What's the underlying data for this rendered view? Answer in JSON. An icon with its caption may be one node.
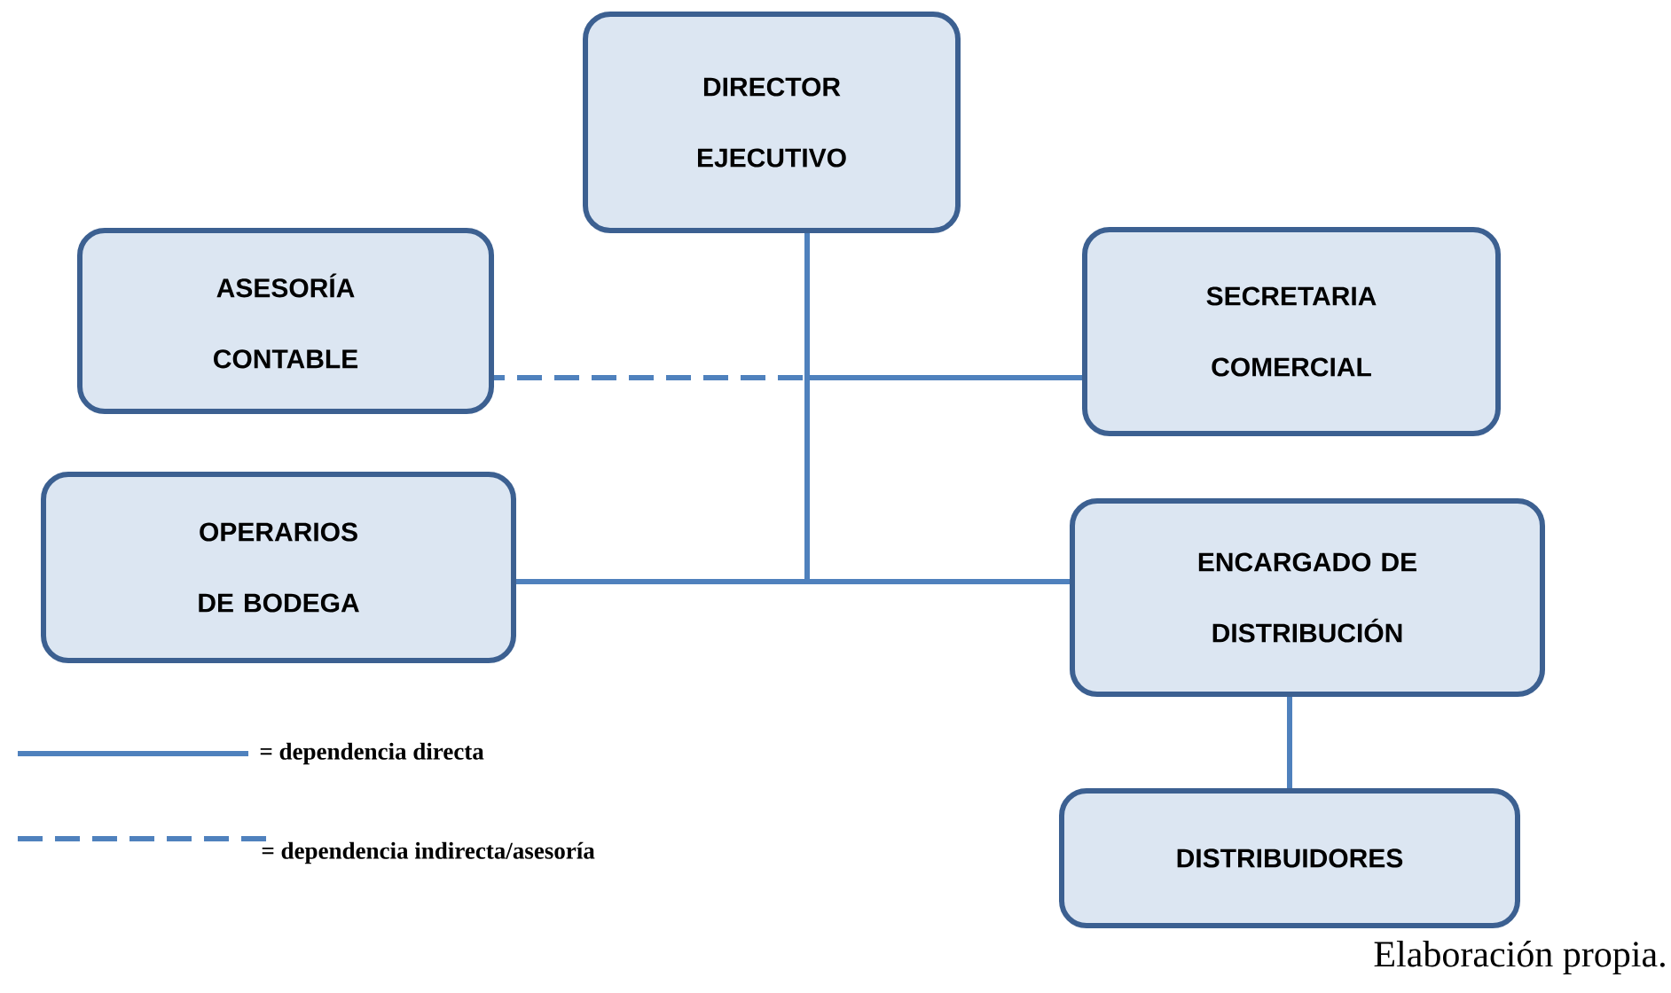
{
  "diagram": {
    "caption": "Elaboración propia.",
    "nodes": [
      {
        "text": [
          "DIRECTOR EJECUTIVO"
        ]
      },
      {
        "text": [
          "ASESORÍA CONTABLE"
        ]
      },
      {
        "text": [
          "SECRETARIA COMERCIAL"
        ]
      },
      {
        "text": [
          "OPERARIOS DE BODEGA"
        ]
      },
      {
        "text": [
          "ENCARGADO DE DISTRIBUCIÓN"
        ]
      },
      {
        "text": [
          "DISTRIBUIDORES"
        ]
      }
    ],
    "edges": [
      {
        "from": 0,
        "to": 1,
        "arrow": "none",
        "style": "dashed"
      },
      {
        "from": 0,
        "to": 2,
        "arrow": "none"
      },
      {
        "from": 0,
        "to": 3,
        "arrow": "none"
      },
      {
        "from": 0,
        "to": 4,
        "arrow": "none"
      },
      {
        "from": 4,
        "to": 5,
        "arrow": "none"
      }
    ],
    "legend": [
      {
        "text": "= dependencia directa"
      },
      {
        "text": "= dependencia indirecta/asesoría"
      }
    ]
  }
}
